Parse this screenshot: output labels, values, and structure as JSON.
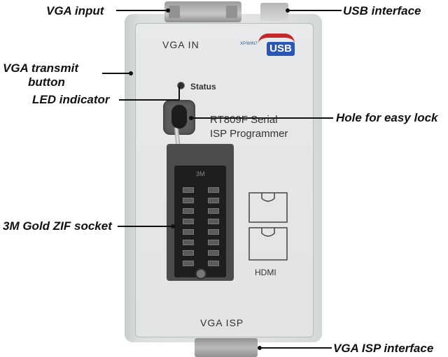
{
  "callouts": {
    "vga_input": "VGA input",
    "usb_interface": "USB interface",
    "vga_transmit_line1": "VGA transmit",
    "vga_transmit_line2": "button",
    "led_indicator": "LED indicator",
    "hole_easy_lock": "Hole for easy lock",
    "zif_socket": "3M Gold ZIF socket",
    "vga_isp_interface": "VGA ISP interface"
  },
  "device": {
    "vga_in_label": "VGA IN",
    "usb_logo_text": "USB",
    "usb_logo_small": "XP/WIN7",
    "status_label": "Status",
    "model_line1": "RT809F Serial",
    "model_line2": "ISP Programmer",
    "socket_brand": "3M",
    "hdmi_label": "HDMI",
    "vga_isp_label": "VGA ISP"
  },
  "colors": {
    "usb_red": "#c62828",
    "usb_blue": "#2a56b5",
    "case_gray": "#e2e4e5",
    "socket_black": "#1e1e1e"
  }
}
